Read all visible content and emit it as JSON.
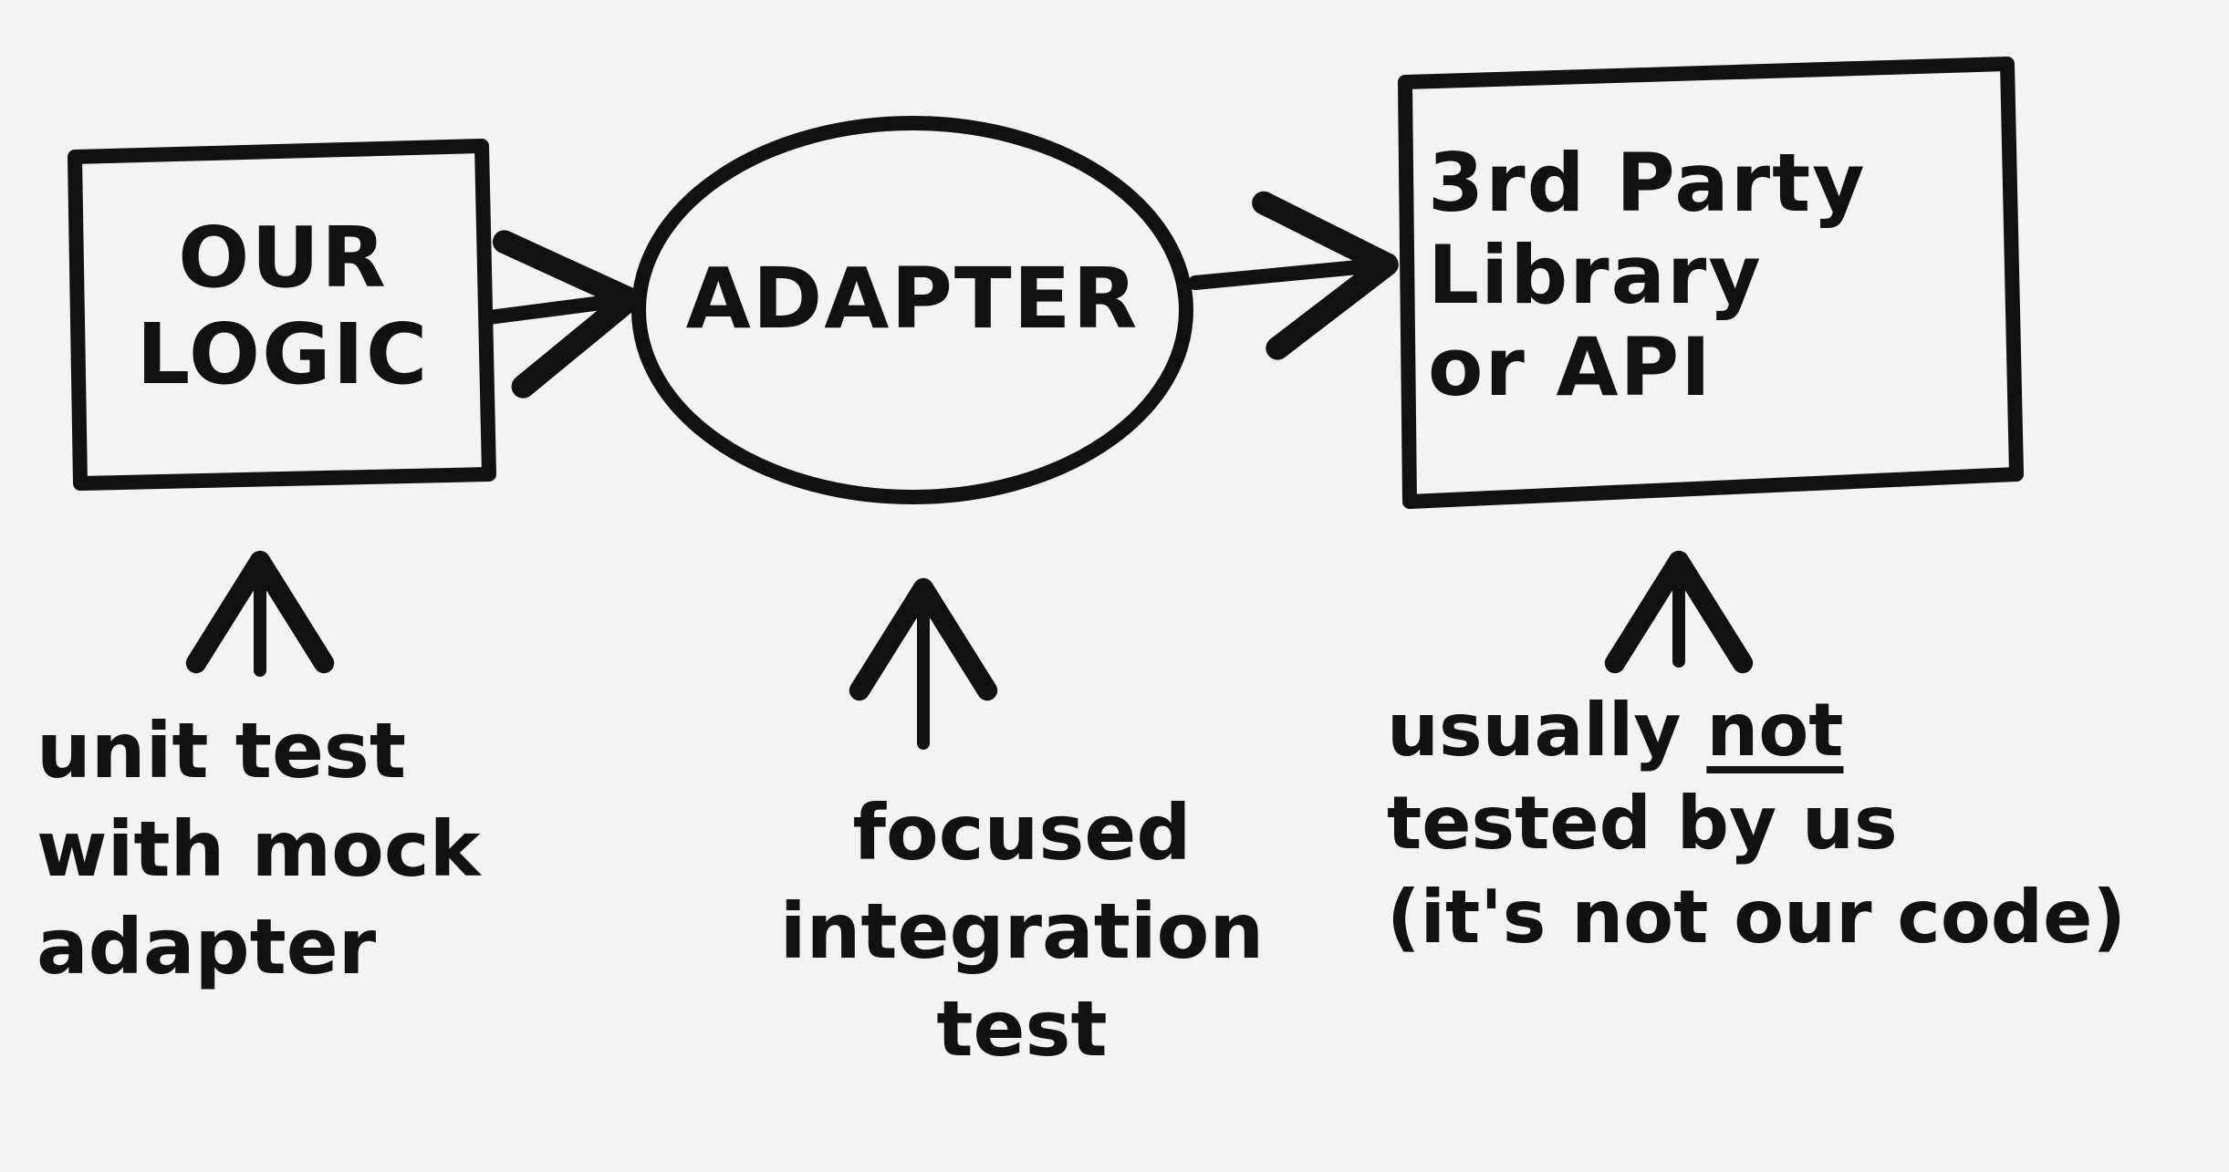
{
  "nodes": {
    "our_logic": {
      "lines": [
        "OUR",
        "LOGIC"
      ]
    },
    "adapter": {
      "label": "ADAPTER"
    },
    "third_party": {
      "lines": [
        "3rd Party",
        "Library",
        "or API"
      ]
    }
  },
  "notes": {
    "unit_test": {
      "lines": [
        "unit test",
        "with mock",
        "adapter"
      ]
    },
    "integration_test": {
      "lines": [
        "focused",
        "integration",
        "test"
      ]
    },
    "third_party_test": {
      "line1_prefix": "usually ",
      "line1_emphasis": "not",
      "line2": "tested by us",
      "line3": "(it's not our code)"
    }
  },
  "colors": {
    "ink": "#111111",
    "paper": "#f4f3f1"
  }
}
